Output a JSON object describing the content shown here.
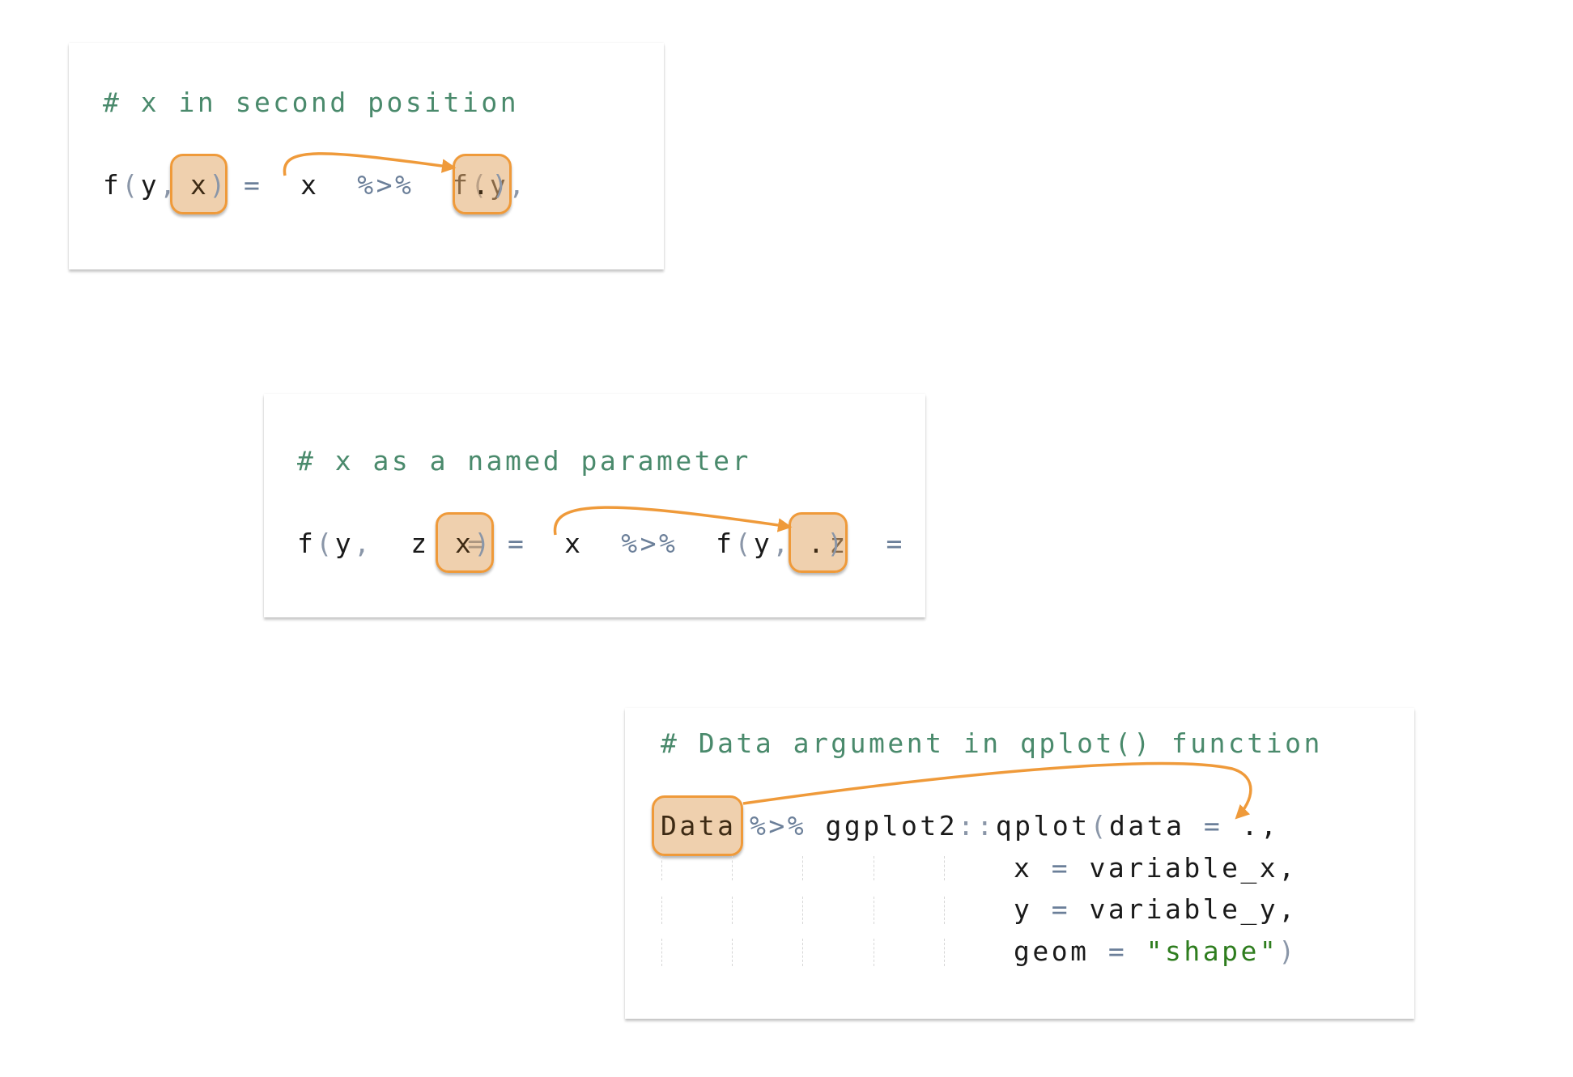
{
  "accent_color": "#ef9a3a",
  "highlight_fill": "#e2aa6c",
  "comment_color": "#4a8a6c",
  "blocks": [
    {
      "comment": "# x in second position",
      "code": {
        "f": "f",
        "open": "(",
        "y": "y",
        "comma": ",",
        "x_arg": "x",
        "close": ")",
        "eq": "=",
        "x": "x",
        "pipe": "%>%",
        "f2": "f",
        "open2": "(",
        "y2": "y",
        "comma2": ",",
        "dot": ".",
        "close2": ")"
      }
    },
    {
      "comment": "# x as a named parameter",
      "code": {
        "f": "f",
        "open": "(",
        "y": "y",
        "comma": ",",
        "z": "z",
        "zeq": "=",
        "x_arg": "x",
        "close": ")",
        "eq": "=",
        "x": "x",
        "pipe": "%>%",
        "f2": "f",
        "open2": "(",
        "y2": "y",
        "comma2": ",",
        "z2": "z",
        "zeq2": "=",
        "dot": ".",
        "close2": ")"
      }
    },
    {
      "comment": "# Data argument in qplot() function",
      "code": {
        "data_obj": "Data",
        "pipe": "%>%",
        "pkg": "ggplot2",
        "ns": "::",
        "fn": "qplot",
        "open": "(",
        "data_kw": "data",
        "eq1": "=",
        "dot": ".",
        "comma1": ",",
        "x_kw": "x",
        "eq2": "=",
        "x_val": "variable_x",
        "comma2": ",",
        "y_kw": "y",
        "eq3": "=",
        "y_val": "variable_y",
        "comma3": ",",
        "geom_kw": "geom",
        "eq4": "=",
        "geom_val": "\"shape\"",
        "close": ")"
      }
    }
  ]
}
